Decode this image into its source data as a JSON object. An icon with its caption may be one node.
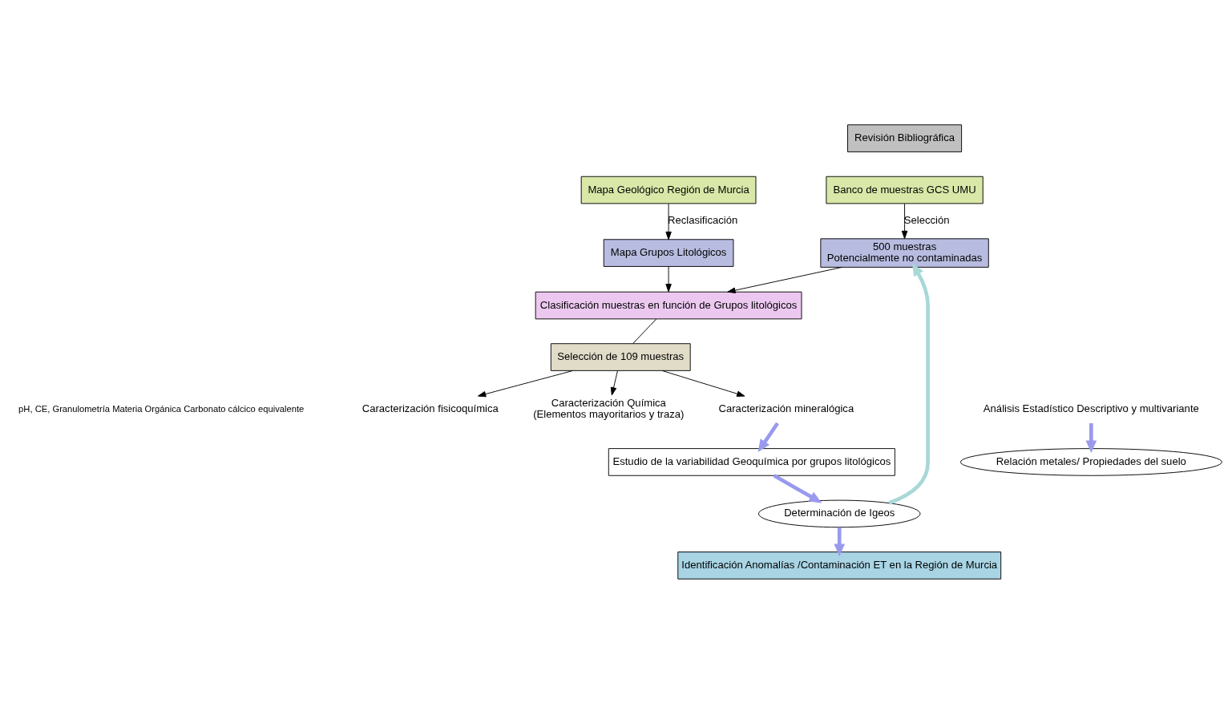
{
  "diagram": {
    "nodes": [
      {
        "text": [
          "Banco de muestras GCS UMU"
        ]
      },
      {
        "text": [
          "500 muestras",
          "Potencialmente no contaminadas"
        ]
      },
      {
        "text": [
          "Mapa Geológico Región de Murcia"
        ]
      },
      {
        "text": [
          "Mapa Grupos Litológicos"
        ]
      },
      {
        "text": [
          "Clasificación muestras en función de Grupos litológicos"
        ]
      },
      {
        "text": [
          "Selección de 109 muestras"
        ]
      },
      {
        "text": [
          "Caracterización fisicoquímica"
        ]
      },
      {
        "text": [
          "Caracterización Química",
          "(Elementos mayoritarios y traza)"
        ]
      },
      {
        "text": [
          "Caracterización mineralógica"
        ]
      },
      {
        "text": [
          "Revisión Bibliográfica"
        ]
      },
      {
        "text": [
          "Análisis Estadístico Descriptivo y multivariante"
        ]
      },
      {
        "text": [
          "Estudio de la variabilidad Geoquímica por grupos litológicos"
        ]
      },
      {
        "text": [
          "Determinación de Igeos"
        ]
      },
      {
        "text": [
          "Relación metales/ Propiedades del suelo"
        ]
      },
      {
        "text": [
          "Identificación Anomalías /Contaminación ET en la Región de Murcia"
        ]
      }
    ],
    "edges": [
      {
        "from": 0,
        "to": 1,
        "arrow": "to",
        "label": "Selección"
      },
      {
        "from": 2,
        "to": 3,
        "arrow": "to",
        "label": "Reclasificación"
      },
      {
        "from": 1,
        "to": 4,
        "arrow": "to"
      },
      {
        "from": 3,
        "to": 4,
        "arrow": "to"
      },
      {
        "from": 4,
        "to": 5,
        "arrow": "none"
      },
      {
        "from": 5,
        "to": 6,
        "arrow": "to"
      },
      {
        "from": 5,
        "to": 7,
        "arrow": "to"
      },
      {
        "from": 5,
        "to": 8,
        "arrow": "to"
      },
      {
        "from": 8,
        "to": 11,
        "arrow": "to",
        "style": "thick",
        "color": "#9999ee"
      },
      {
        "from": 10,
        "to": 13,
        "arrow": "to",
        "style": "thick",
        "color": "#9999ee"
      },
      {
        "from": 11,
        "to": 12,
        "arrow": "to",
        "style": "thick",
        "color": "#9999ee"
      },
      {
        "from": 12,
        "to": 14,
        "arrow": "to",
        "style": "thick",
        "color": "#9999ee"
      },
      {
        "from": 12,
        "to": 1,
        "arrow": "to",
        "style": "thick",
        "color": "#a8d8d8"
      }
    ],
    "labels": [
      "pH, CE, Granulometría Materia Orgánica Carbonato cálcico equivalente"
    ]
  }
}
